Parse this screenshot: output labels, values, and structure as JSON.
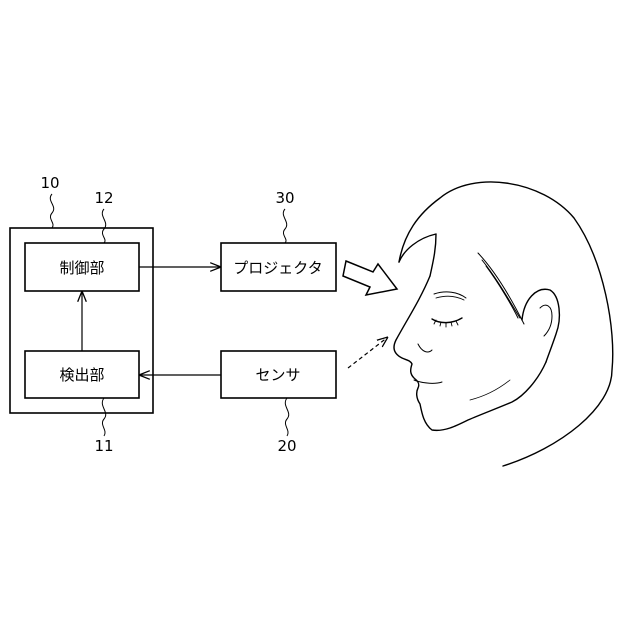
{
  "diagram": {
    "reference_numerals": {
      "device": "10",
      "control_unit": "12",
      "detection_unit": "11",
      "projector": "30",
      "sensor": "20"
    },
    "blocks": {
      "control_unit": "制御部",
      "detection_unit": "検出部",
      "projector": "プロジェクタ",
      "sensor": "センサ"
    },
    "illustration": "face-profile"
  }
}
